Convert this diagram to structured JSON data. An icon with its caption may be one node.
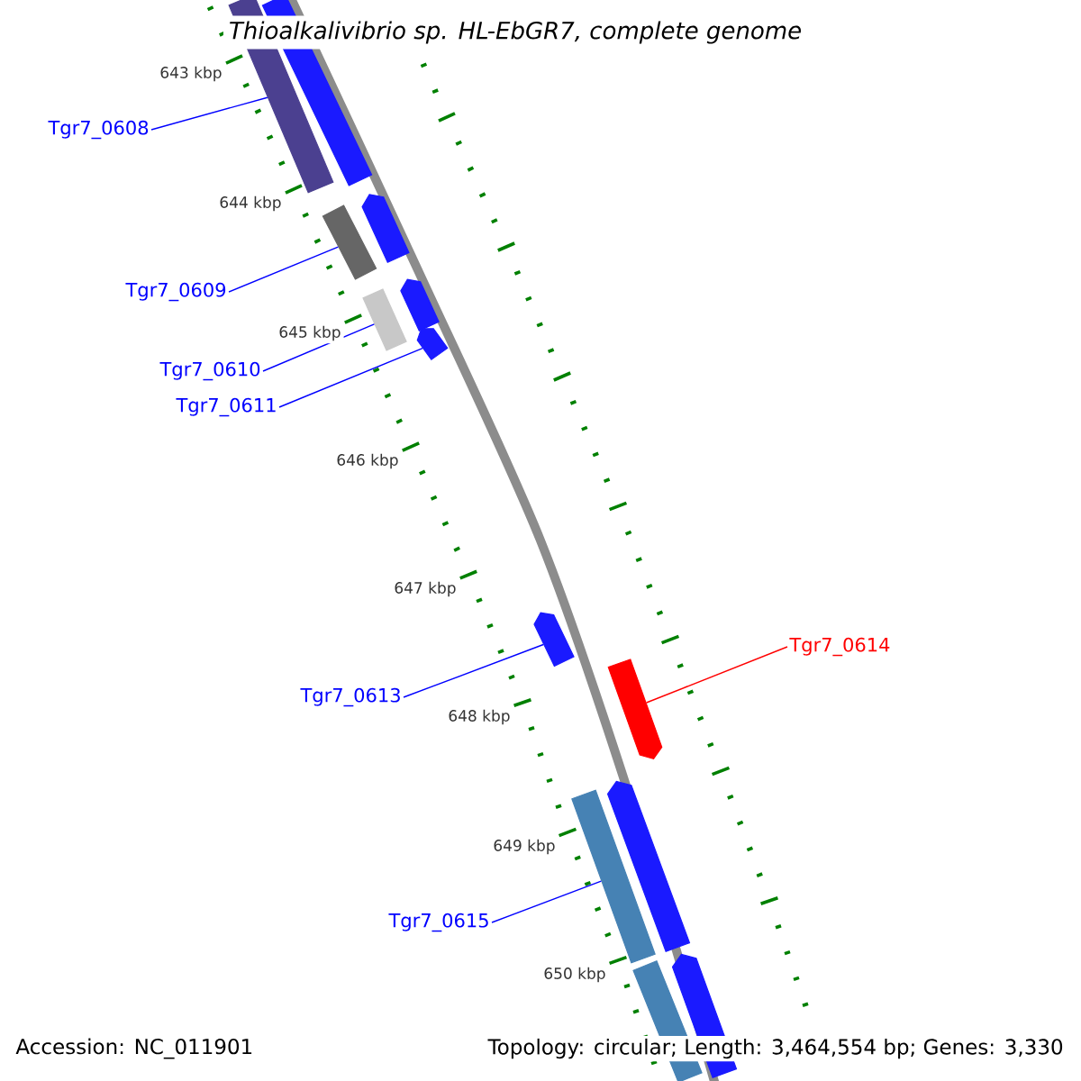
{
  "diagram": {
    "title": "Thioalkalivibrio sp. HL-EbGR7, complete genome",
    "nodes": [
      {
        "text": [],
        "shape": "bar"
      },
      {
        "text": [],
        "shape": "bar"
      },
      {
        "text": [],
        "shape": "bar"
      },
      {
        "text": [],
        "shape": "arrow"
      },
      {
        "text": [],
        "shape": "bar"
      },
      {
        "text": [],
        "shape": "arrow"
      },
      {
        "text": [],
        "shape": "arrow"
      },
      {
        "text": [],
        "shape": "arrow"
      },
      {
        "text": [],
        "shape": "arrow"
      },
      {
        "text": [],
        "shape": "bar"
      },
      {
        "text": [],
        "shape": "arrow"
      },
      {
        "text": [],
        "shape": "bar"
      },
      {
        "text": [],
        "shape": "arrow"
      },
      {
        "text": [
          "Tgr7_0608"
        ]
      },
      {
        "text": [
          "Tgr7_0609"
        ]
      },
      {
        "text": [
          "Tgr7_0610"
        ]
      },
      {
        "text": [
          "Tgr7_0611"
        ]
      },
      {
        "text": [
          "Tgr7_0613"
        ]
      },
      {
        "text": [
          "Tgr7_0614"
        ]
      },
      {
        "text": [
          "Tgr7_0615"
        ]
      }
    ],
    "edges": [
      {
        "from": 13,
        "to": 0,
        "arrow": "none"
      },
      {
        "from": 14,
        "to": 2,
        "arrow": "none"
      },
      {
        "from": 15,
        "to": 4,
        "arrow": "none"
      },
      {
        "from": 16,
        "to": 6,
        "arrow": "none"
      },
      {
        "from": 17,
        "to": 7,
        "arrow": "none"
      },
      {
        "from": 18,
        "to": 8,
        "arrow": "none",
        "color": "#ff0000"
      },
      {
        "from": 19,
        "to": 9,
        "arrow": "none"
      }
    ],
    "labels": [
      "643 kbp",
      "644 kbp",
      "645 kbp",
      "646 kbp",
      "647 kbp",
      "648 kbp",
      "649 kbp",
      "650 kbp",
      "Accession: NC_011901",
      "Topology: circular; Length: 3,464,554 bp; Genes: 3,330"
    ]
  }
}
